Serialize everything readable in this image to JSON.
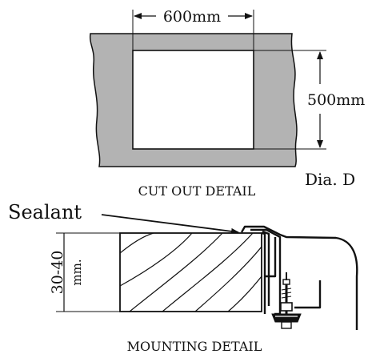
{
  "cut_out": {
    "width_label": "600mm",
    "height_label": "500mm",
    "caption": "CUT OUT DETAIL"
  },
  "diagram_ref": "Dia. D",
  "mounting": {
    "sealant_label": "Sealant",
    "thickness_label": "30-40",
    "thickness_unit": "mm.",
    "caption": "MOUNTING DETAIL"
  },
  "colors": {
    "counter_fill": "#b3b3b3",
    "line": "#111111"
  }
}
